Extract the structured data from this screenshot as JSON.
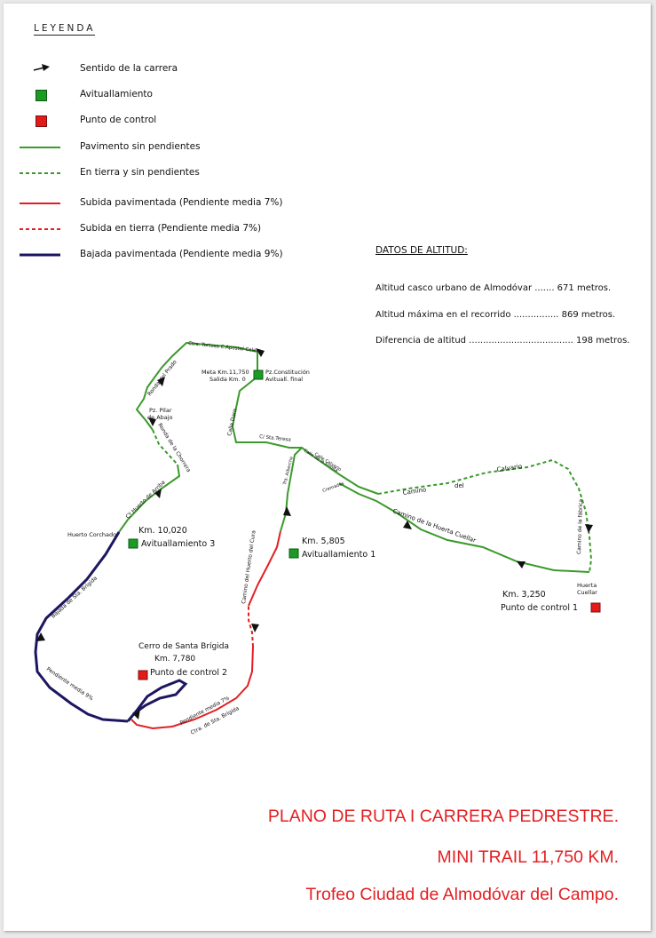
{
  "legend": {
    "title": "LEYENDA",
    "items": [
      {
        "label": "Sentido de la carrera",
        "symbol": "arrow-icon"
      },
      {
        "label": "Avituallamiento",
        "symbol": "green-square-icon"
      },
      {
        "label": "Punto de control",
        "symbol": "red-square-icon"
      },
      {
        "label": "Pavimento sin pendientes",
        "symbol": "green-solid-line",
        "color": "#3a9a2a"
      },
      {
        "label": "En tierra y sin pendientes",
        "symbol": "green-dashed-line",
        "color": "#3a9a2a"
      },
      {
        "label": "Subida pavimentada (Pendiente media 7%)",
        "symbol": "red-solid-line",
        "color": "#e31e24"
      },
      {
        "label": "Subida en tierra (Pendiente media 7%)",
        "symbol": "red-dashed-line",
        "color": "#e31e24"
      },
      {
        "label": "Bajada pavimentada (Pendiente media 9%)",
        "symbol": "navy-solid-line",
        "color": "#1c1760"
      }
    ]
  },
  "altitude": {
    "title": "DATOS DE ALTITUD:",
    "rows": [
      {
        "text": "Altitud casco urbano de Almodóvar ....... 671 metros."
      },
      {
        "text": "Altitud máxima en el recorrido ................ 869 metros."
      },
      {
        "text": "Diferencia de altitud ..................................... 198 metros."
      }
    ]
  },
  "map": {
    "labels": {
      "ctra_tortosa": "Ctra. Tortosa C.Apostol Calera",
      "ronda_prado": "Ronda del Prado",
      "meta_km": "Meta Km.11,750",
      "salida_km": "Salida Km. 0",
      "pz_constitucion": "Pz.Constitución",
      "avituall_final": "Avituall. final",
      "calle_daro": "Calle Daro",
      "c_sta_teresa": "C/ Sta.Teresa",
      "pz_pilar_1": "Pz. Pilar",
      "pz_pilar_2": "de Abajo",
      "ronda_chorrera": "Ronda de la Chorrera",
      "cn_huerto_arriba": "Cº Huerto de Arriba",
      "huerto_corchado": "Huerto Corchado",
      "km_10020": "Km. 10,020",
      "avituallamiento_3": "Avituallamiento 3",
      "bajada_sta_brigida": "Bajada de Sta. Brígida",
      "pendiente_9": "Pendiente media 9%",
      "cerro_santa_brigida": "Cerro de Santa Brígida",
      "km_7780": "Km. 7,780",
      "punto_control_2": "Punto de control 2",
      "pendiente_7": "Pendiente media 7%",
      "ctra_sta_brigida": "Ctra. de Sta. Brígida",
      "camino_huerto_cura": "Camino del Huerto del Cura",
      "tra_alberche": "Tra. Alberche",
      "calle_corredera": "Calle de la Ermita",
      "calle_cuartel": "Calle Calvario",
      "crta_mta": "Cremades",
      "km_5805": "Km. 5,805",
      "avituallamiento_1": "Avituallamiento 1",
      "camino_calvario_1": "Camino",
      "camino_calvario_2": "del",
      "camino_calvario_3": "Calvario",
      "camino_huerta_cuellar": "Camino de la Huerta Cuellar",
      "camino_fabrica": "Camino de la fábrica",
      "huerta_cuellar_1": "Huerta",
      "huerta_cuellar_2": "Cuellar",
      "km_3250": "Km. 3,250",
      "punto_control_1": "Punto de control 1"
    }
  },
  "title": {
    "line1": "PLANO DE RUTA I CARRERA PEDRESTRE.",
    "line2": "MINI TRAIL 11,750 KM.",
    "line3": "Trofeo Ciudad de Almodóvar del Campo."
  },
  "colors": {
    "green": "#3a9a2a",
    "red": "#e31e24",
    "navy": "#1c1760",
    "title_red": "#e41f22"
  }
}
